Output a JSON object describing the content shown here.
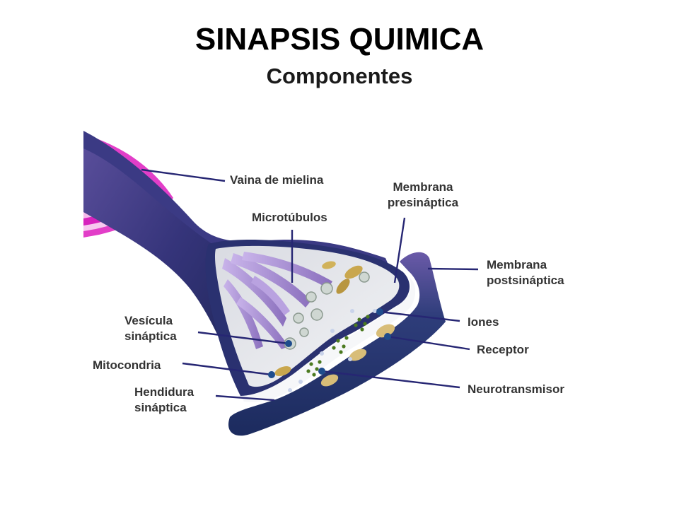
{
  "title": "SINAPSIS QUIMICA",
  "subtitle": "Componentes",
  "labels": {
    "myelin": "Vaina de mielina",
    "presyn_1": "Membrana",
    "presyn_2": "presináptica",
    "microtubules": "Microtúbulos",
    "postsyn_1": "Membrana",
    "postsyn_2": "postsináptica",
    "vesicle_1": "Vesícula",
    "vesicle_2": "sináptica",
    "ions": "Iones",
    "receptor": "Receptor",
    "mitochondria": "Mitocondria",
    "cleft_1": "Hendidura",
    "cleft_2": "sináptica",
    "neurotransmitter": "Neurotransmisor"
  },
  "colors": {
    "leader_line": "#262673",
    "myelin": "#e619c8",
    "axon_dark": "#1f2a5a",
    "axon_light": "#5a4f9a",
    "terminal_interior": "#e4e6ea",
    "microtubule": "#a58bd0",
    "postsynaptic": "#233469",
    "neurotransmitter": "#4b7a1f",
    "receptor": "#d2b771",
    "pointer_dot": "#1e4c8c"
  }
}
